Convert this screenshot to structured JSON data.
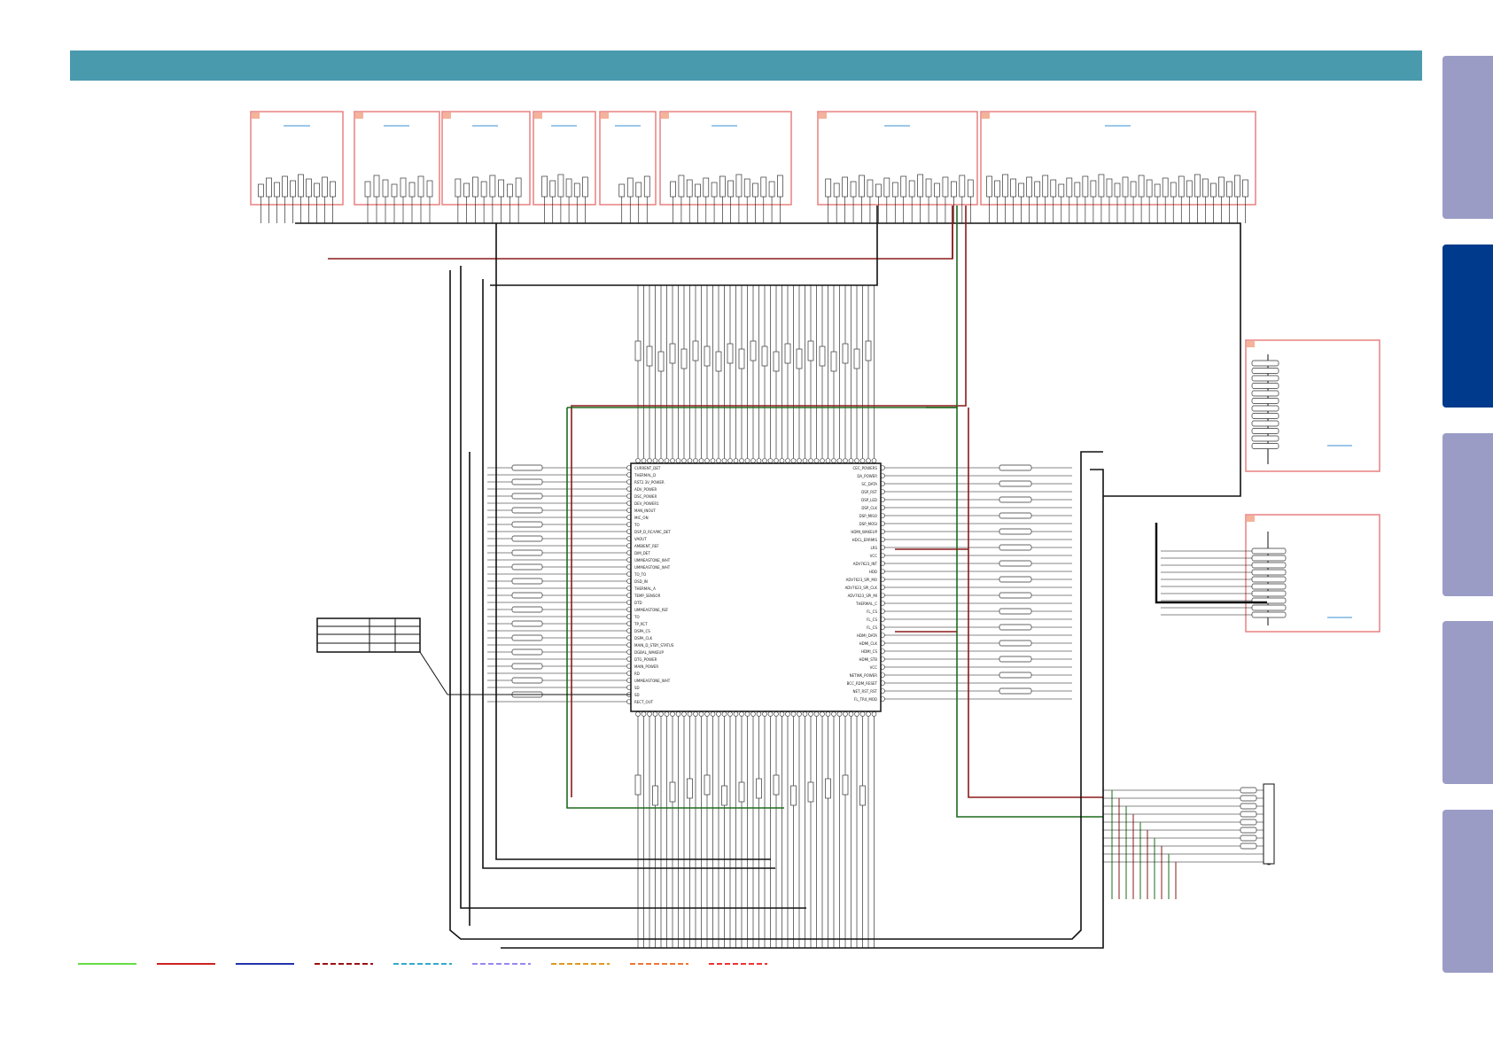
{
  "header": {
    "title": ""
  },
  "side_tabs": [
    {
      "id": "tab-1",
      "active": false
    },
    {
      "id": "tab-2",
      "active": true
    },
    {
      "id": "tab-3",
      "active": false
    },
    {
      "id": "tab-4",
      "active": false
    },
    {
      "id": "tab-5",
      "active": false
    }
  ],
  "colors": {
    "header": "#4a9aae",
    "tab_inactive": "#9a9cc6",
    "tab_active": "#003a8c",
    "block_border": "#e88080",
    "block_tag": "#f4b39a",
    "wire_black": "#111111",
    "wire_red": "#8b1a1a",
    "wire_green": "#1d6b1d",
    "link_blue": "#3a8fd6"
  },
  "legend": [
    {
      "color": "#66dd44",
      "style": "solid"
    },
    {
      "color": "#cc2222",
      "style": "solid"
    },
    {
      "color": "#2233aa",
      "style": "solid"
    },
    {
      "color": "#991111",
      "style": "dashed"
    },
    {
      "color": "#33aacc",
      "style": "dashed"
    },
    {
      "color": "#9988ee",
      "style": "dashed"
    },
    {
      "color": "#dd9922",
      "style": "dashed"
    },
    {
      "color": "#ee7733",
      "style": "dashed"
    },
    {
      "color": "#ee3333",
      "style": "dashed"
    }
  ],
  "main_ic": {
    "left_pins": [
      "CURRENT_DET",
      "THERMAL_D",
      "RST2.3V_POWER",
      "ADV_POWER",
      "DSC_POWER",
      "DEV_POWER1",
      "MAN_INOUT",
      "MIC_ON",
      "TO",
      "DSP_D_RC/VMC_DET",
      "VAOUT",
      "AMBIENT_REF",
      "DIM_DET",
      "UMMEASTONE_WHT",
      "UMMEASTONE_WHT",
      "TO_TO",
      "DSD_IN",
      "THERMAL_A",
      "TEMP_SENSOR",
      "DTD",
      "UMMEASTONE_REF",
      "TO",
      "TP_RCT",
      "DSPA_CS",
      "DSPA_CLK",
      "MAIN_D_STBY_STATUS",
      "DGBAL_WAKEUP",
      "DTG_POWER",
      "MAIN_POWER",
      "RD",
      "UMMEASTONE_WHT",
      "SD",
      "SD",
      "RECT_OUT"
    ],
    "right_pins": [
      "CEC_POWERS",
      "DA_POWER",
      "SC_DATA",
      "DSP_RST",
      "DSP_LED",
      "DSP_CLK",
      "DSP_MISO",
      "DSP_MOSI",
      "HDMI_WAKEUP",
      "HDCL_ERRMIS",
      "LRS",
      "VCC",
      "ADV7623_INT",
      "HDD",
      "ADV7623_SPI_MO",
      "ADV7623_SPI_CLK",
      "ADV7623_SPI_MI",
      "THERMAL_C",
      "FL_CS",
      "FL_CS",
      "FL_CS",
      "HDMI_DATA",
      "HDMI_CLK",
      "HDMI_CS",
      "HDMI_STB",
      "VCC",
      "NETWK_POWER",
      "BCC_RDM_RESET",
      "NET_RST_RST",
      "FL_TR4_MOD"
    ]
  }
}
